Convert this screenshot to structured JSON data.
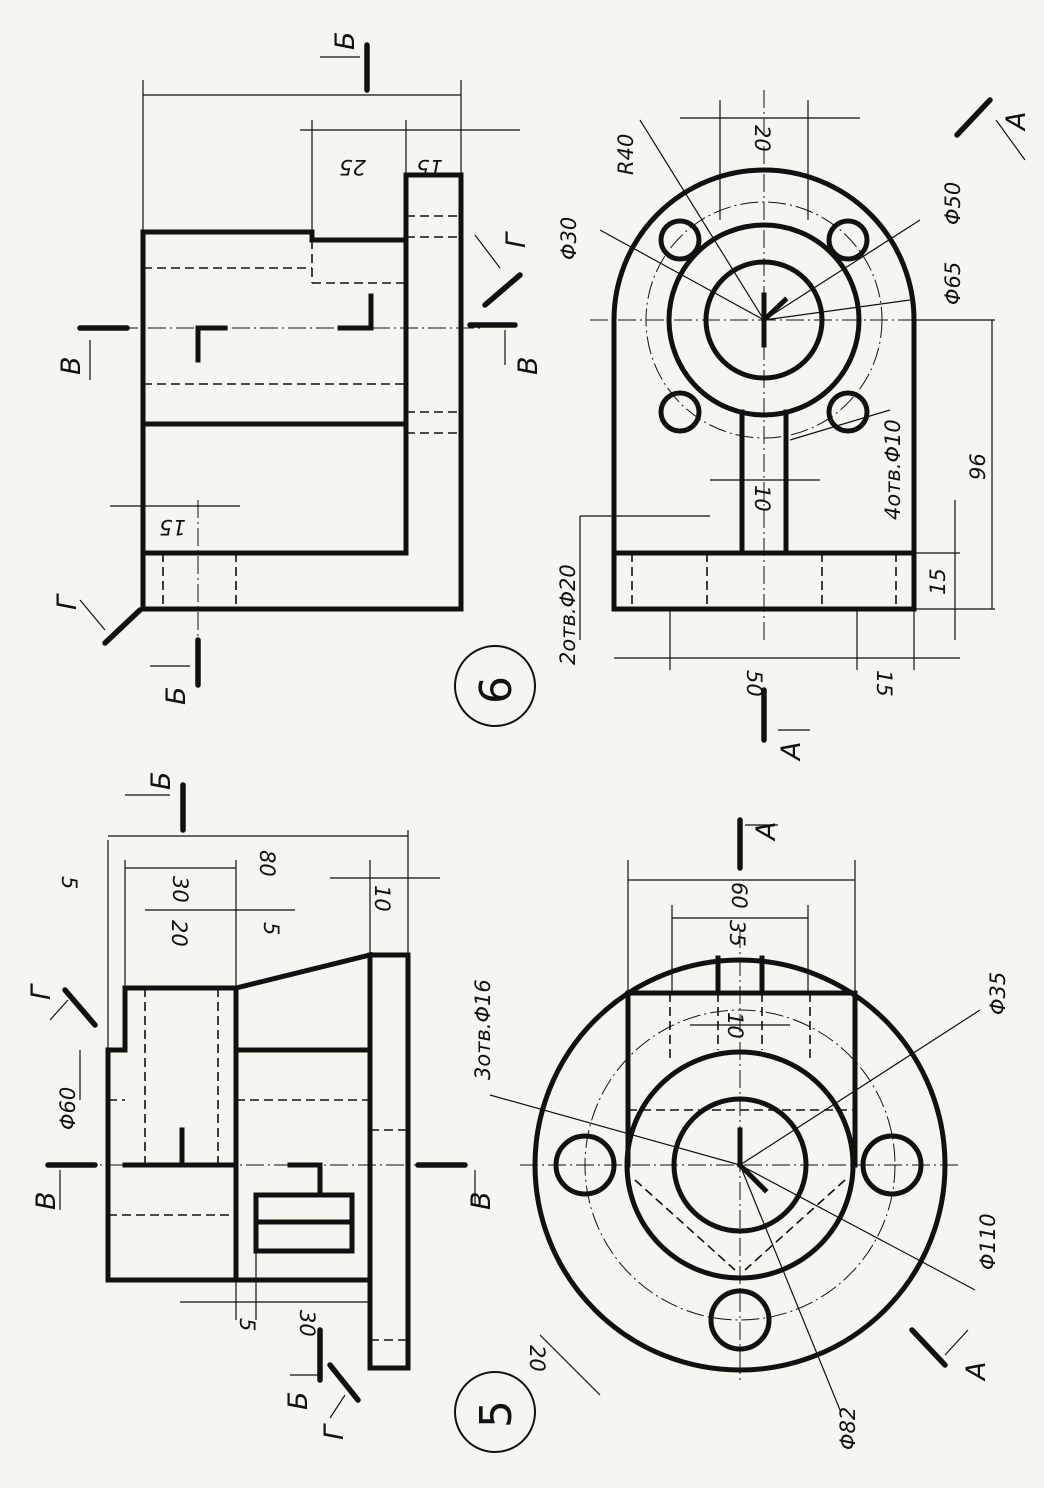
{
  "sheet": {
    "variant_5_number": "5",
    "variant_6_number": "6"
  },
  "variant5": {
    "section_marks": {
      "A": "А",
      "B": "Б",
      "V": "В",
      "G": "Г"
    },
    "dims_top": {
      "d80": "80",
      "d30": "30",
      "d20": "20",
      "d5a": "5",
      "d5b": "5",
      "d10": "10",
      "phi60": "Φ60",
      "d30b": "30",
      "d5c": "5"
    },
    "dims_bottom": {
      "d60": "60",
      "d35": "35",
      "d10": "10",
      "d20": "20",
      "holes": "3отв.Φ16",
      "phi35": "Φ35",
      "phi110": "Φ110",
      "phi82": "Φ82"
    }
  },
  "variant6": {
    "section_marks": {
      "A": "А",
      "B": "Б",
      "V": "В",
      "G": "Г"
    },
    "dims_top": {
      "d25": "25",
      "d15a": "15",
      "d15b": "15"
    },
    "dims_bottom": {
      "r40": "R40",
      "d20": "20",
      "phi30": "Φ30",
      "phi50": "Φ50",
      "phi65": "Φ65",
      "holes2": "2отв.Φ20",
      "d10": "10",
      "holes4": "4отв.Φ10",
      "d96": "96",
      "d15": "15",
      "d50": "50",
      "d15b": "15"
    }
  }
}
